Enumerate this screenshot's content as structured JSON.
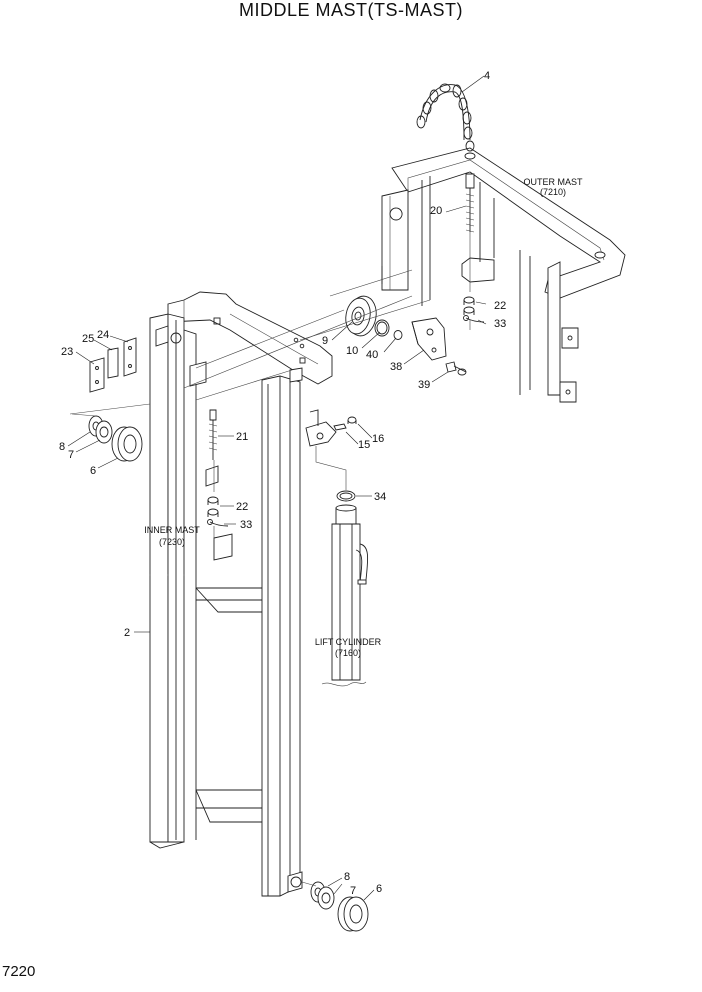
{
  "title": "MIDDLE MAST(TS-MAST)",
  "page_number": "7220",
  "references": {
    "outer_mast_line1": "OUTER MAST",
    "outer_mast_line2": "(7210)",
    "inner_mast_line1": "INNER MAST",
    "inner_mast_line2": "(7230)",
    "lift_cylinder_line1": "LIFT CYLINDER",
    "lift_cylinder_line2": "(7160)"
  },
  "callouts": {
    "c4": "4",
    "c20": "20",
    "c22a": "22",
    "c33a": "33",
    "c9": "9",
    "c10": "10",
    "c40": "40",
    "c38": "38",
    "c39": "39",
    "c25": "25",
    "c24": "24",
    "c23": "23",
    "c8a": "8",
    "c7a": "7",
    "c6a": "6",
    "c21": "21",
    "c22b": "22",
    "c33b": "33",
    "c15": "15",
    "c16": "16",
    "c34": "34",
    "c2": "2",
    "c8b": "8",
    "c7b": "7",
    "c6b": "6"
  }
}
